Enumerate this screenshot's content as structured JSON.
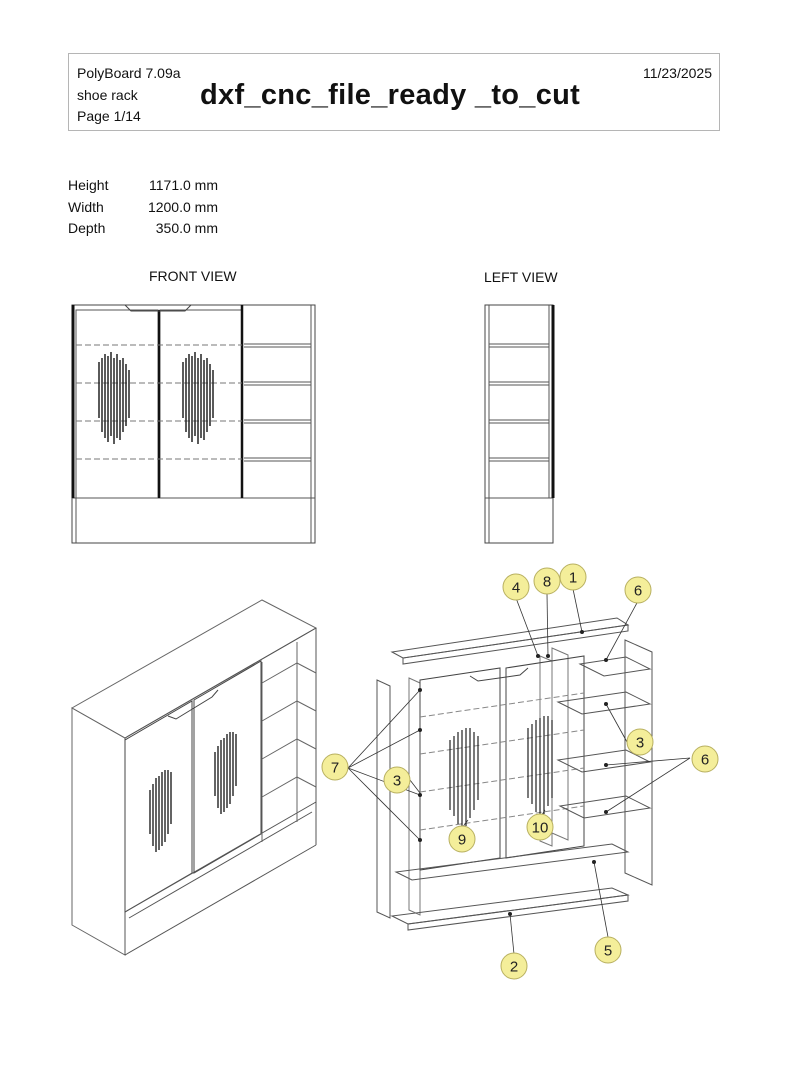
{
  "header": {
    "app": "PolyBoard 7.09a",
    "project": "shoe rack",
    "page": "Page 1/14",
    "title": "dxf_cnc_file_ready _to_cut",
    "date": "11/23/2025"
  },
  "dimensions": [
    {
      "label": "Height",
      "value": "1171.0 mm"
    },
    {
      "label": "Width",
      "value": "1200.0 mm"
    },
    {
      "label": "Depth",
      "value": "350.0 mm"
    }
  ],
  "views": {
    "front": "FRONT VIEW",
    "left": "LEFT VIEW"
  },
  "callouts": [
    "4",
    "8",
    "1",
    "6",
    "7",
    "3",
    "3",
    "6",
    "9",
    "10",
    "5",
    "2"
  ]
}
